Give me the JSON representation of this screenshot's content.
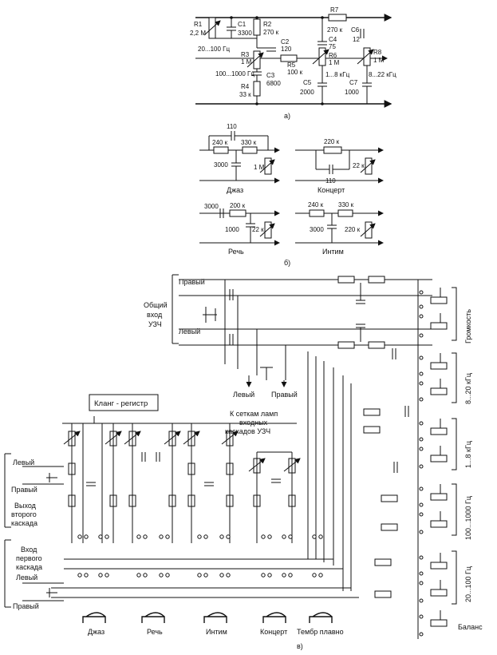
{
  "panel_a": {
    "caption": "а)",
    "r1": "R1",
    "r1_val": "2,2 М",
    "c1": "C1",
    "c1_val": "3300",
    "r1_range": "20...100 Гц",
    "r2": "R2",
    "r2_val": "270 к",
    "r3": "R3",
    "r3_val": "1 М",
    "r3_range": "100...1000 Гц",
    "c2": "C2",
    "c2_val": "120",
    "r5": "R5",
    "r5_val": "100 к",
    "c3": "C3",
    "c3_val": "6800",
    "r4": "R4",
    "r4_val": "33 к",
    "r7": "R7",
    "r7_val": "270 к",
    "c4": "C4",
    "c4_val": "75",
    "r6": "R6",
    "r6_val": "1 М",
    "r6_range": "1...8 кГц",
    "c5": "C5",
    "c5_val": "2000",
    "c6": "C6",
    "c6_val": "12",
    "r8": "R8",
    "r8_val": "1 М",
    "r8_range": "8...22 кГц",
    "c7": "C7",
    "c7_val": "1000"
  },
  "panel_b": {
    "caption": "б)",
    "jazz": {
      "name": "Джаз",
      "v1": "110",
      "v2": "240 к",
      "v3": "330 к",
      "v4": "3000",
      "v5": "1 М"
    },
    "concert": {
      "name": "Концерт",
      "v1": "220 к",
      "v2": "110",
      "v3": "22 к"
    },
    "speech": {
      "name": "Речь",
      "v1": "3000",
      "v2": "200 к",
      "v3": "1000",
      "v4": "22 к"
    },
    "intim": {
      "name": "Интим",
      "v1": "240 к",
      "v2": "330 к",
      "v3": "3000",
      "v4": "220 к"
    }
  },
  "panel_c": {
    "caption": "в)",
    "common_input": "Общий",
    "common_input2": "вход",
    "common_input3": "УЗЧ",
    "right": "Правый",
    "left": "Левый",
    "volume": "Громкость",
    "band_8_20": "8...20 кГц",
    "band_1_8": "1...8 кГц",
    "band_100_1000": "100...1000 Гц",
    "band_20_100": "20...100 Гц",
    "balance": "Баланс",
    "grid_left": "Левый",
    "grid_right": "Правый",
    "to_grids_1": "К сеткам ламп",
    "to_grids_2": "входных",
    "to_grids_3": "каскадов УЗЧ",
    "klang": "Кланг - регистр",
    "out_left": "Левый",
    "out_right": "Правый",
    "out_second_1": "Выход",
    "out_second_2": "второго",
    "out_second_3": "каскада",
    "in_first_1": "Вход",
    "in_first_2": "первого",
    "in_first_3": "каскада",
    "in_left": "Левый",
    "in_right": "Правый",
    "btn_jazz": "Джаз",
    "btn_speech": "Речь",
    "btn_intim": "Интим",
    "btn_concert": "Концерт",
    "btn_timbre": "Тембр плавно"
  }
}
